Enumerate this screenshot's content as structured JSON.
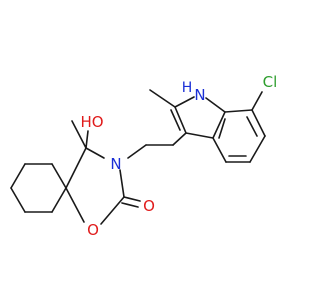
{
  "molecule": {
    "atom_labels": {
      "chlorine": "Cl",
      "indole_nh_n": "N",
      "indole_nh_h": "H",
      "ring_nitrogen": "N",
      "hydroxyl": "HO",
      "ring_oxygen": "O",
      "carbonyl_oxygen": "O"
    },
    "colors": {
      "bond": "#1a1a1a",
      "chlorine": "#2e9e2e",
      "nitrogen": "#1a2fd6",
      "oxygen": "#e01b1b"
    }
  }
}
